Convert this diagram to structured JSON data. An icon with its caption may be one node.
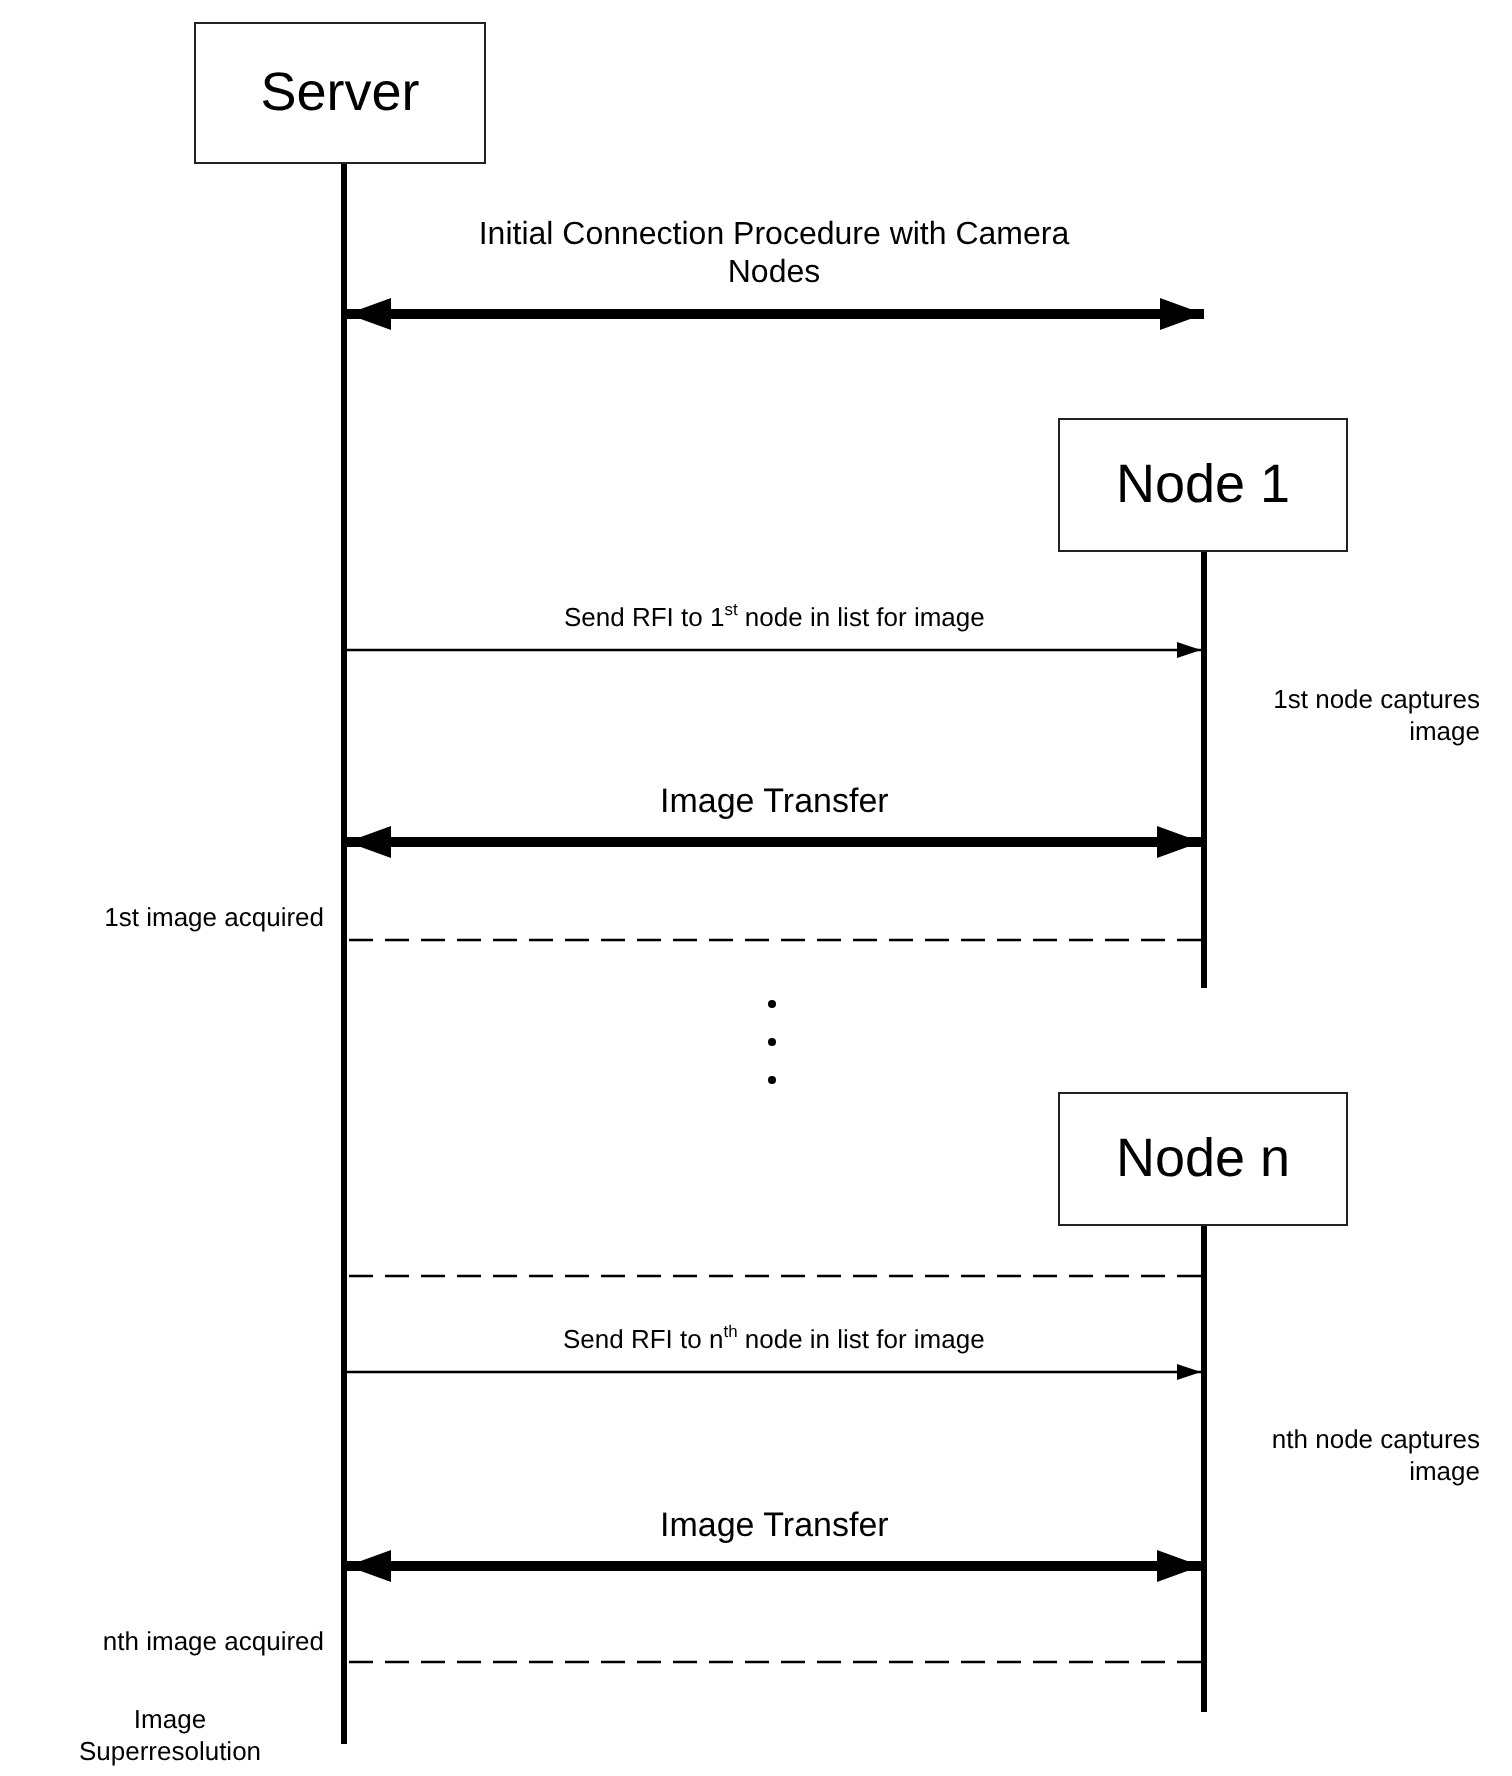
{
  "diagram": {
    "nodes": [
      {
        "text": [
          "Server"
        ]
      },
      {
        "text": [
          "Node 1"
        ],
        "beside": [
          "1st node captures image"
        ]
      },
      {
        "text": [
          "Node n"
        ],
        "beside": [
          "nth node captures image"
        ]
      }
    ],
    "edges": [
      {
        "from": 0,
        "to": null,
        "arrow": "both",
        "style": "thick",
        "label": "Initial Connection Procedure with Camera Nodes"
      },
      {
        "from": 0,
        "to": 1,
        "arrow": "to",
        "label": "Send RFI to 1$^{st}$ node in list for image"
      },
      {
        "from": 0,
        "to": 1,
        "arrow": "both",
        "style": "thick",
        "label": "Image Transfer"
      },
      {
        "from": 1,
        "to": 0,
        "arrow": "none",
        "style": "dashed"
      },
      {
        "from": 2,
        "to": 0,
        "arrow": "none",
        "style": "dashed"
      },
      {
        "from": 0,
        "to": 2,
        "arrow": "to",
        "label": "Send RFI to n$^{th}$ node in list for image"
      },
      {
        "from": 0,
        "to": 2,
        "arrow": "both",
        "style": "thick",
        "label": "Image Transfer"
      },
      {
        "from": 2,
        "to": 0,
        "arrow": "none",
        "style": "dashed"
      }
    ],
    "labels": [
      "1st image acquired",
      "nth image acquired",
      "Image Superresolution"
    ]
  }
}
